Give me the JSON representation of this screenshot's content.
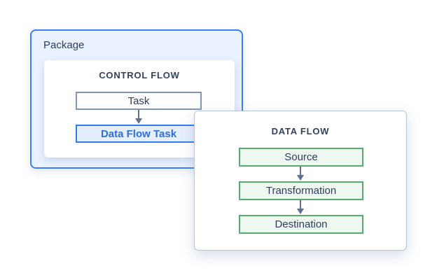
{
  "package": {
    "label": "Package"
  },
  "control_flow": {
    "title": "CONTROL FLOW",
    "nodes": [
      {
        "label": "Task"
      },
      {
        "label": "Data Flow Task"
      }
    ]
  },
  "data_flow": {
    "title": "DATA FLOW",
    "nodes": [
      {
        "label": "Source"
      },
      {
        "label": "Transformation"
      },
      {
        "label": "Destination"
      }
    ]
  },
  "colors": {
    "package_fill": "#e9f2fe",
    "package_border": "#3d7ef2",
    "heading_text": "#33415e",
    "node_text": "#2e3b5c",
    "task_border": "#8096b4",
    "data_flow_task_border": "#2f7bf2",
    "data_flow_task_fill": "#e4eefc",
    "data_flow_task_text": "#2b6fe0",
    "green_border": "#55ae6e",
    "green_fill": "#eef8f1",
    "card_border": "#b6c5df",
    "arrow": "#5d7095"
  }
}
